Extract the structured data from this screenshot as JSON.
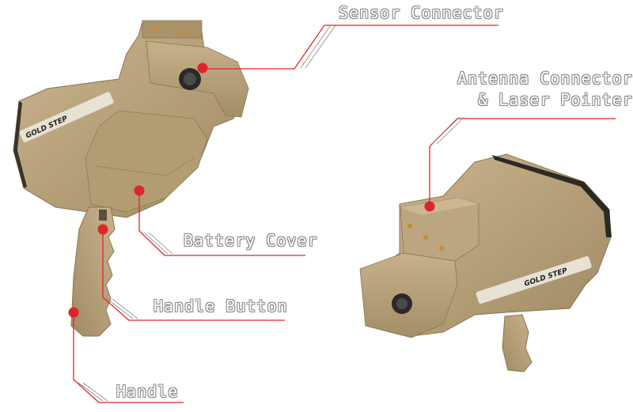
{
  "labels": {
    "sensor_connector": "Sensor Connector",
    "antenna_connector_line1": "Antenna Connector",
    "antenna_connector_line2": "& Laser Pointer",
    "battery_cover": "Battery Cover",
    "handle_button": "Handle Button",
    "handle": "Handle"
  },
  "brand": {
    "left_unit": "GOLD STEP",
    "right_unit": "GOLD STEP"
  },
  "colors": {
    "callout_red": "#e0242c",
    "device_tan": "#b8a27b",
    "device_dark": "#9d865f",
    "label_outline": "#8a8a8a"
  }
}
